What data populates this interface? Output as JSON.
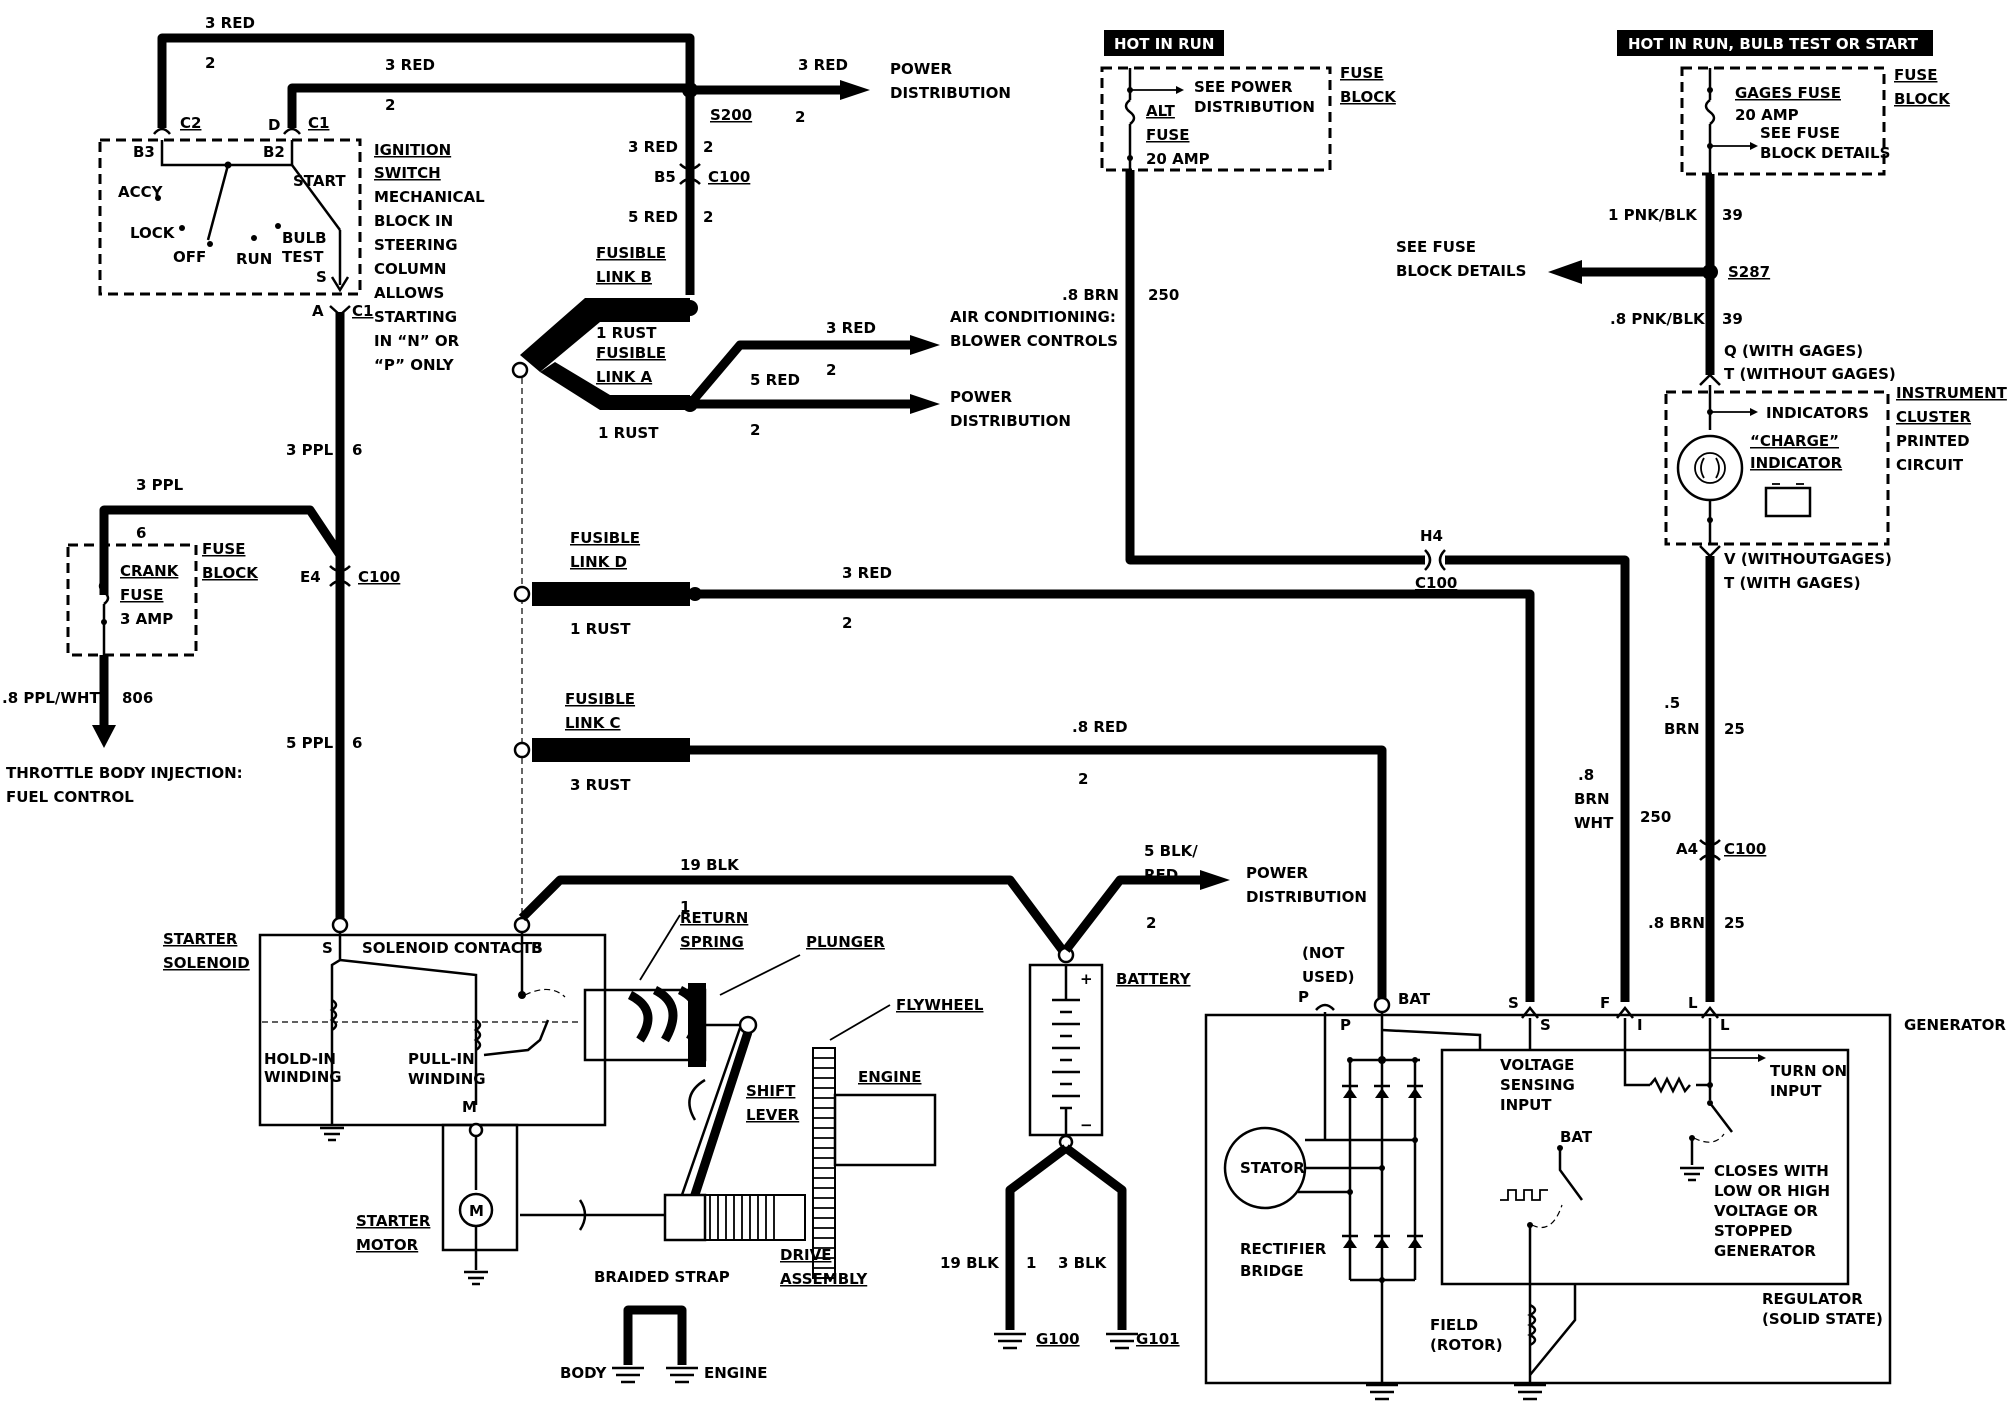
{
  "ignition": {
    "wire_c2_color": "3 RED",
    "wire_c2_circuit": "2",
    "wire_c1_color": "3 RED",
    "wire_c1_circuit": "2",
    "conn_c2": "C2",
    "conn_c1": "C1",
    "pin_d": "D",
    "pin_b3": "B3",
    "pin_b2": "B2",
    "pin_s": "S",
    "pin_a": "A",
    "conn_c1_bottom": "C1",
    "positions": [
      "ACCY",
      "LOCK",
      "OFF",
      "RUN",
      "BULB",
      "TEST",
      "START"
    ],
    "label": [
      "IGNITION",
      "SWITCH"
    ],
    "note": [
      "MECHANICAL",
      "BLOCK IN",
      "STEERING",
      "COLUMN",
      "ALLOWS",
      "STARTING",
      "IN “N” OR",
      "“P” ONLY"
    ]
  },
  "power_top": {
    "wire_color": "3 RED",
    "label1": "POWER",
    "label2": "DISTRIBUTION",
    "splice": "S200",
    "circuit": "2",
    "wire2_color": "3 RED",
    "wire2_circuit": "2",
    "pin_b5": "B5",
    "conn": "C100",
    "wire3_color": "5 RED",
    "wire3_circuit": "2"
  },
  "fusible": {
    "link_b": [
      "FUSIBLE",
      "LINK B"
    ],
    "link_b_wire": "1 RUST",
    "link_a": [
      "FUSIBLE",
      "LINK A"
    ],
    "link_a_wire": "1 RUST",
    "ac_wire": "3 RED",
    "ac_circuit": "2",
    "ac_label": [
      "AIR CONDITIONING:",
      "BLOWER CONTROLS"
    ],
    "pd_wire": "5 RED",
    "pd_circuit": "2",
    "pd_label": [
      "POWER",
      "DISTRIBUTION"
    ],
    "a_circuit": "2",
    "link_d": [
      "FUSIBLE",
      "LINK D"
    ],
    "link_d_wire": "1 RUST",
    "d_out_color": "3 RED",
    "d_out_circuit": "2",
    "link_c": [
      "FUSIBLE",
      "LINK C"
    ],
    "link_c_wire": "3 RUST",
    "c_out_color": ".8 RED",
    "c_out_circuit": "2"
  },
  "crank": {
    "wire_3ppl": "3 PPL",
    "circuit_6a": "6",
    "wire_3ppl_b": "3 PPL",
    "circuit_6b": "6",
    "fuse_label": [
      "CRANK",
      "FUSE"
    ],
    "fuse_amp": "3 AMP",
    "fuse_block": [
      "FUSE",
      "BLOCK"
    ],
    "pin_e4": "E4",
    "conn": "C100",
    "out_wire": ".8 PPL/WHT",
    "out_circuit": "806",
    "out_label": [
      "THROTTLE BODY INJECTION:",
      "FUEL CONTROL"
    ],
    "wire_5ppl": "5 PPL",
    "circuit_6c": "6"
  },
  "hot_run": {
    "banner": "HOT IN RUN",
    "fuse_ref": [
      "SEE POWER",
      "DISTRIBUTION"
    ],
    "fuse_name": [
      "ALT",
      "FUSE"
    ],
    "fuse_amp": "20 AMP",
    "fuse_block": [
      "FUSE",
      "BLOCK"
    ],
    "wire": ".8 BRN",
    "circuit": "250"
  },
  "gauges": {
    "banner": "HOT IN RUN, BULB TEST OR START",
    "fuse_name": "GAGES FUSE",
    "fuse_amp": "20 AMP",
    "fuse_ref": [
      "SEE FUSE",
      "BLOCK DETAILS"
    ],
    "fuse_block": [
      "FUSE",
      "BLOCK"
    ],
    "wire1": "1 PNK/BLK",
    "circuit1": "39",
    "see_fuse": [
      "SEE FUSE",
      "BLOCK DETAILS"
    ],
    "splice": "S287",
    "wire2": ".8 PNK/BLK",
    "circuit2": "39",
    "pin_q": "Q (WITH GAGES)",
    "pin_t": "T (WITHOUT GAGES)",
    "cluster_label": [
      "INSTRUMENT",
      "CLUSTER",
      "PRINTED",
      "CIRCUIT"
    ],
    "indicators": "INDICATORS",
    "charge": [
      "“CHARGE”",
      "INDICATOR"
    ],
    "pin_v": "V (WITHOUTGAGES)",
    "pin_t2": "T (WITH GAGES)",
    "wire3": [
      ".5",
      "BRN"
    ],
    "circuit3": "25",
    "pin_a4": "A4",
    "conn": "C100",
    "wire4": ".8 BRN",
    "circuit4": "25"
  },
  "h4": {
    "pin": "H4",
    "conn": "C100",
    "wire": [
      ".8",
      "BRN",
      "WHT"
    ],
    "circuit": "250"
  },
  "starter": {
    "solenoid_label": [
      "STARTER",
      "SOLENOID"
    ],
    "contacts": "SOLENOID CONTACTS",
    "pin_s": "S",
    "pin_b": "B",
    "pin_m": "M",
    "hold_in": [
      "HOLD-IN",
      "WINDING"
    ],
    "pull_in": [
      "PULL-IN",
      "WINDING"
    ],
    "return_spring": [
      "RETURN",
      "SPRING"
    ],
    "plunger": "PLUNGER",
    "flywheel": "FLYWHEEL",
    "engine": "ENGINE",
    "shift_lever": [
      "SHIFT",
      "LEVER"
    ],
    "drive": [
      "DRIVE",
      "ASSEMBLY"
    ],
    "motor_label": [
      "STARTER",
      "MOTOR"
    ],
    "motor_symbol": "M",
    "braided": "BRAIDED STRAP",
    "body": "BODY",
    "engine_gnd": "ENGINE",
    "wire_19blk": "19 BLK",
    "circuit_1": "1"
  },
  "battery": {
    "label": "BATTERY",
    "plus": "+",
    "minus": "−",
    "pd_wire": [
      "5 BLK/",
      "RED"
    ],
    "pd_circuit": "2",
    "pd_label": [
      "POWER",
      "DISTRIBUTION"
    ],
    "gnd1_wire": "19 BLK",
    "gnd1_circuit": "1",
    "gnd2_wire": "3 BLK",
    "g100": "G100",
    "g101": "G101"
  },
  "generator": {
    "label": "GENERATOR",
    "not_used": [
      "(NOT",
      "USED)"
    ],
    "pins": [
      "P",
      "BAT",
      "S",
      "F",
      "L"
    ],
    "inner_pins": [
      "P",
      "S",
      "I",
      "L"
    ],
    "voltage_sensing": [
      "VOLTAGE",
      "SENSING",
      "INPUT"
    ],
    "turn_on": [
      "TURN ON",
      "INPUT"
    ],
    "bat": "BAT",
    "stator": "STATOR",
    "rectifier": [
      "RECTIFIER",
      "BRIDGE"
    ],
    "closes": [
      "CLOSES WITH",
      "LOW OR HIGH",
      "VOLTAGE OR",
      "STOPPED",
      "GENERATOR"
    ],
    "field": [
      "FIELD",
      "(ROTOR)"
    ],
    "regulator": [
      "REGULATOR",
      "(SOLID STATE)"
    ]
  }
}
